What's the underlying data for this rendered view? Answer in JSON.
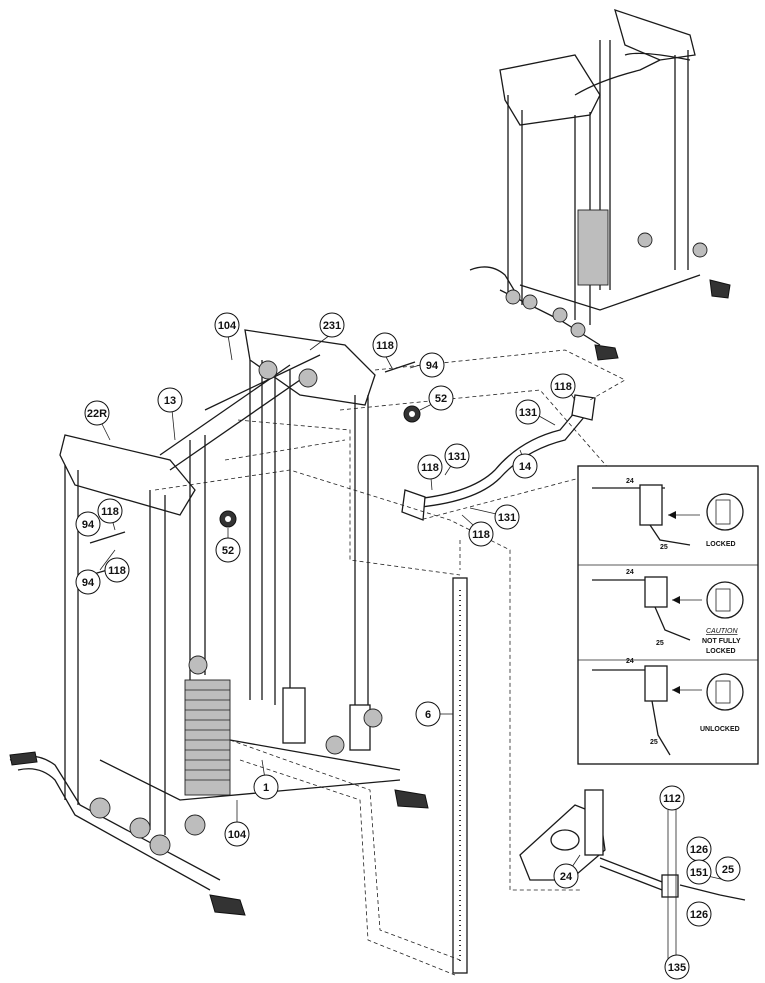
{
  "diagram": {
    "callouts": [
      "104",
      "231",
      "118",
      "94",
      "52",
      "13",
      "22R",
      "118",
      "131",
      "14",
      "131",
      "118",
      "131",
      "118",
      "118",
      "94",
      "118",
      "94",
      "52",
      "6",
      "1",
      "104",
      "112",
      "126",
      "151",
      "25",
      "24",
      "126",
      "135"
    ],
    "inset": {
      "panels": [
        {
          "label": "LOCKED",
          "caution": "",
          "detail": ""
        },
        {
          "label": "LOCKED",
          "caution": "CAUTION",
          "detail": "NOT FULLY"
        },
        {
          "label": "UNLOCKED",
          "caution": "",
          "detail": ""
        }
      ],
      "part_number_small": "24",
      "part_number_pin": "25"
    }
  }
}
